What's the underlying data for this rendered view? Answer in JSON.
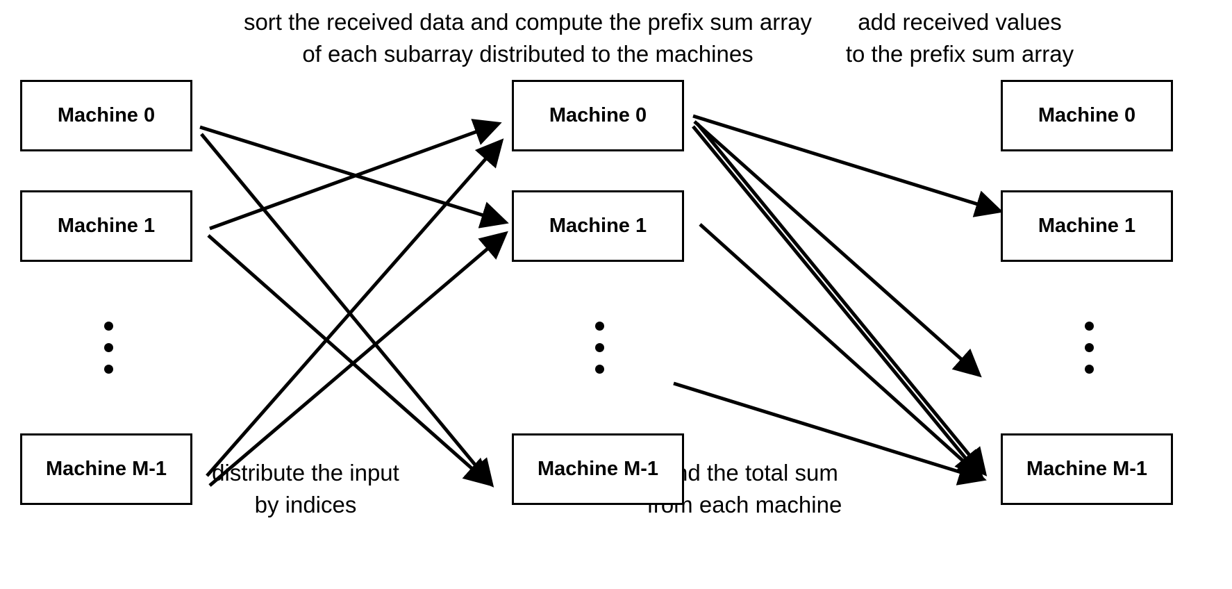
{
  "captions": {
    "top_center": [
      "sort the received data and compute the prefix sum array",
      "of each subarray distributed to the machines"
    ],
    "top_right": [
      "add received values",
      "to the prefix sum array"
    ],
    "bottom_left": [
      "distribute the input",
      "by indices"
    ],
    "bottom_right": [
      "send the total sum",
      "from each machine"
    ]
  },
  "columns": [
    {
      "name": "left",
      "nodes": [
        "Machine 0",
        "Machine 1",
        "Machine M-1"
      ]
    },
    {
      "name": "middle",
      "nodes": [
        "Machine 0",
        "Machine 1",
        "Machine M-1"
      ]
    },
    {
      "name": "right",
      "nodes": [
        "Machine 0",
        "Machine 1",
        "Machine M-1"
      ]
    }
  ],
  "edges": [
    {
      "from": "left.Machine 0",
      "to": "middle.Machine 1"
    },
    {
      "from": "left.Machine 0",
      "to": "middle.Machine M-1"
    },
    {
      "from": "left.Machine 1",
      "to": "middle.Machine 0"
    },
    {
      "from": "left.Machine 1",
      "to": "middle.Machine M-1"
    },
    {
      "from": "left.Machine M-1",
      "to": "middle.Machine 0"
    },
    {
      "from": "left.Machine M-1",
      "to": "middle.Machine 1"
    },
    {
      "from": "middle.Machine 0",
      "to": "right.Machine 1"
    },
    {
      "from": "middle.Machine 0",
      "to": "right.ellipsis"
    },
    {
      "from": "middle.Machine 0",
      "to": "right.Machine M-1"
    },
    {
      "from": "middle.Machine 0",
      "to": "right.Machine M-1"
    },
    {
      "from": "middle.Machine 1",
      "to": "right.Machine M-1"
    },
    {
      "from": "middle.ellipsis",
      "to": "right.Machine M-1"
    }
  ],
  "colors": {
    "line": "#000000",
    "background": "#ffffff"
  }
}
